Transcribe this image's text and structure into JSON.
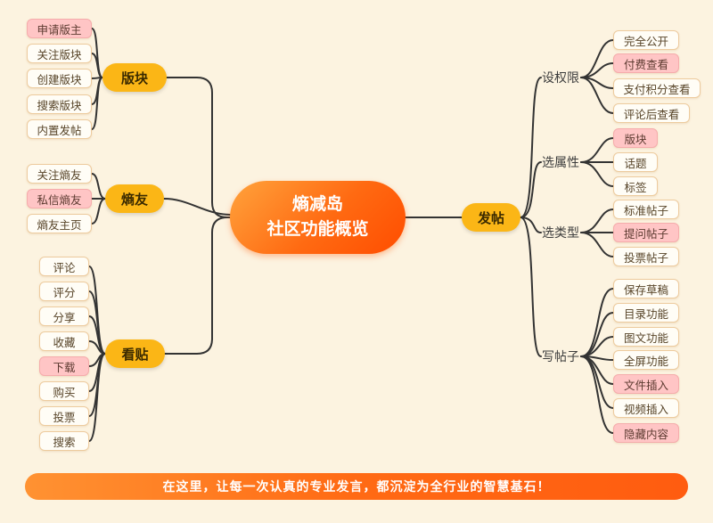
{
  "title": {
    "line1": "熵减岛",
    "line2": "社区功能概览"
  },
  "left": {
    "groups": [
      {
        "label": "版块",
        "children": [
          {
            "label": "申请版主",
            "highlight": true
          },
          {
            "label": "关注版块",
            "highlight": false
          },
          {
            "label": "创建版块",
            "highlight": false
          },
          {
            "label": "搜索版块",
            "highlight": false
          },
          {
            "label": "内置发帖",
            "highlight": false
          }
        ]
      },
      {
        "label": "熵友",
        "children": [
          {
            "label": "关注熵友",
            "highlight": false
          },
          {
            "label": "私信熵友",
            "highlight": true
          },
          {
            "label": "熵友主页",
            "highlight": false
          }
        ]
      },
      {
        "label": "看贴",
        "children": [
          {
            "label": "评论",
            "highlight": false
          },
          {
            "label": "评分",
            "highlight": false
          },
          {
            "label": "分享",
            "highlight": false
          },
          {
            "label": "收藏",
            "highlight": false
          },
          {
            "label": "下载",
            "highlight": true
          },
          {
            "label": "购买",
            "highlight": false
          },
          {
            "label": "投票",
            "highlight": false
          },
          {
            "label": "搜索",
            "highlight": false
          }
        ]
      }
    ]
  },
  "right": {
    "label": "发帖",
    "groups": [
      {
        "label": "设权限",
        "children": [
          {
            "label": "完全公开",
            "highlight": false
          },
          {
            "label": "付费查看",
            "highlight": true
          },
          {
            "label": "支付积分查看",
            "highlight": false
          },
          {
            "label": "评论后查看",
            "highlight": false
          }
        ]
      },
      {
        "label": "选属性",
        "children": [
          {
            "label": "版块",
            "highlight": true
          },
          {
            "label": "话题",
            "highlight": false
          },
          {
            "label": "标签",
            "highlight": false
          }
        ]
      },
      {
        "label": "选类型",
        "children": [
          {
            "label": "标准帖子",
            "highlight": false
          },
          {
            "label": "提问帖子",
            "highlight": true
          },
          {
            "label": "投票帖子",
            "highlight": false
          }
        ]
      },
      {
        "label": "写帖子",
        "children": [
          {
            "label": "保存草稿",
            "highlight": false
          },
          {
            "label": "目录功能",
            "highlight": false
          },
          {
            "label": "图文功能",
            "highlight": false
          },
          {
            "label": "全屏功能",
            "highlight": false
          },
          {
            "label": "文件插入",
            "highlight": true
          },
          {
            "label": "视频插入",
            "highlight": false
          },
          {
            "label": "隐藏内容",
            "highlight": true
          }
        ]
      }
    ]
  },
  "banner": {
    "text": "在这里，让每一次认真的专业发言，都沉淀为全行业的智慧基石！"
  },
  "colors": {
    "background": "#fcf3e0",
    "branch_fill": "#fbb616",
    "center_gradient_start": "#ffa33c",
    "center_gradient_end": "#ff4d00",
    "leaf_fill": "#fffdf6",
    "leaf_border": "#edcb9e",
    "highlight_fill": "#ffc5c5",
    "connector": "#333333",
    "banner_gradient_start": "#ff9232",
    "banner_gradient_end": "#ff5c10"
  }
}
